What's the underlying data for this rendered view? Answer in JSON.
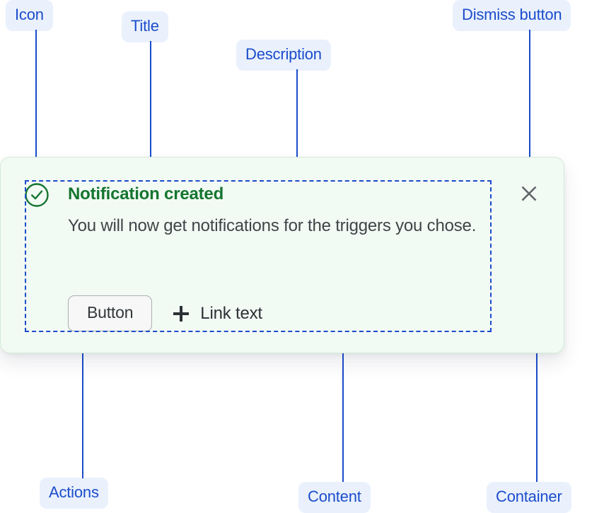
{
  "annotations": [
    {
      "id": "icon",
      "label": "Icon"
    },
    {
      "id": "title",
      "label": "Title"
    },
    {
      "id": "description",
      "label": "Description"
    },
    {
      "id": "dismiss-button",
      "label": "Dismiss button"
    },
    {
      "id": "actions",
      "label": "Actions"
    },
    {
      "id": "content",
      "label": "Content"
    },
    {
      "id": "container",
      "label": "Container"
    }
  ],
  "notification": {
    "icon": "success-check-circle-icon",
    "title": "Notification created",
    "description": "You will now get notifications for the triggers you chose.",
    "actions": {
      "button_label": "Button",
      "link_icon": "plus-icon",
      "link_label": "Link text"
    },
    "dismiss_icon": "close-icon"
  },
  "colors": {
    "annotation_text": "#1a4ccb",
    "annotation_pill_bg": "#eaf1fd",
    "card_bg": "#f2faf4",
    "card_border": "#d4ead9",
    "title_green": "#14752f",
    "description_gray": "#3f4548",
    "button_bg": "#f7f7f7",
    "button_border": "#a9aeb1",
    "dismiss_gray": "#5e6468"
  }
}
